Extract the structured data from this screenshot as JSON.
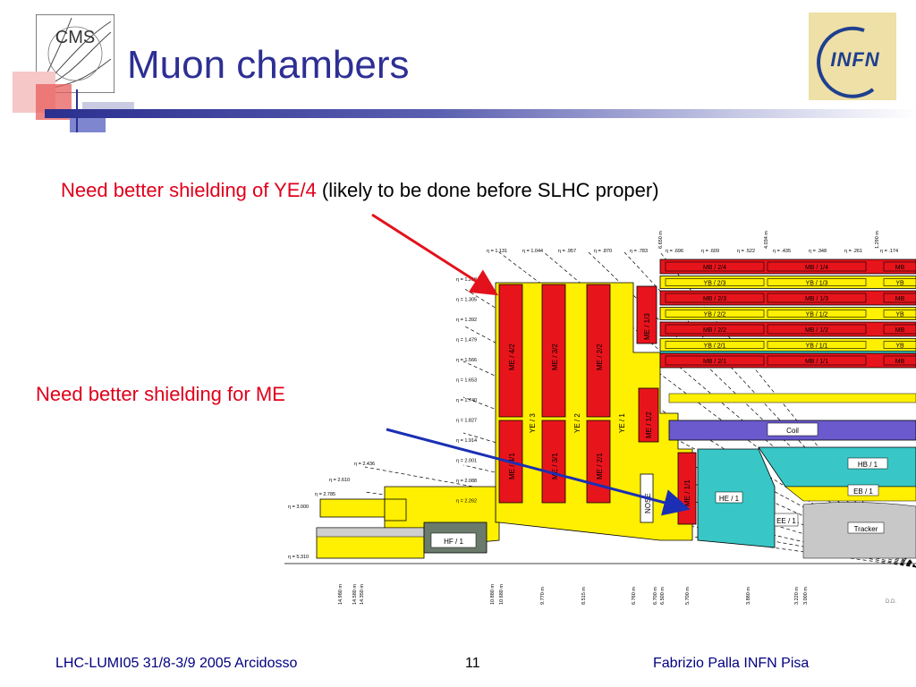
{
  "slide": {
    "title": "Muon chambers",
    "note_ye4_red": "Need better shielding of YE/4",
    "note_ye4_black": " (likely to be done before SLHC proper)",
    "note_me1": "Need better shielding for ME/1",
    "page_number": "11"
  },
  "logos": {
    "cms": "CMS",
    "infn": "INFN"
  },
  "footer": {
    "left": "LHC-LUMI05 31/8-3/9 2005 Arcidosso",
    "right": "Fabrizio Palla INFN Pisa"
  },
  "diagram": {
    "barrel_stations": [
      "MB / 2/4",
      "YB / 2/3",
      "MB / 2/3",
      "YB / 2/2",
      "MB / 2/2",
      "YB / 2/1",
      "MB / 2/1"
    ],
    "barrel_stations_mid": [
      "MB / 1/4",
      "YB / 1/3",
      "MB / 1/3",
      "YB / 1/2",
      "MB / 1/2",
      "YB / 1/1",
      "MB / 1/1"
    ],
    "barrel_stations_edge": [
      "MB",
      "YB",
      "MB",
      "YB",
      "MB",
      "YB",
      "MB"
    ],
    "endcap_upper": [
      "ME / 4/2",
      "ME / 3/2",
      "ME / 2/2"
    ],
    "endcap_lower": [
      "ME / 4/1",
      "ME / 3/1",
      "ME / 2/1"
    ],
    "yokes": [
      "YE / 3",
      "YE / 2",
      "YE / 1"
    ],
    "me12": "ME / 1/2",
    "me13": "ME / 1/3",
    "me11": "ME / 1/1",
    "nose": "NOSE",
    "coil": "Coil",
    "hb": "HB / 1",
    "he": "HE / 1",
    "eb": "EB / 1",
    "ee": "EE / 1",
    "hf": "HF / 1",
    "tracker": "Tracker",
    "eta_labels": [
      "η = 1.131",
      "η = 1.044",
      "η = .957",
      "η = .870",
      "η = .783",
      "η = .696",
      "η = .609",
      "η = .522",
      "η = .435",
      "η = .348",
      "η = .261",
      "η = .174"
    ],
    "eta_left": [
      "η = 1.218",
      "η = 1.305",
      "η = 1.392",
      "η = 1.479",
      "η = 1.566",
      "η = 1.653",
      "η = 1.740",
      "η = 1.827",
      "η = 1.914",
      "η = 2.001",
      "η = 2.088",
      "η = 2.262"
    ],
    "eta_far": [
      "η = 2.436",
      "η = 2.610",
      "η = 2.785",
      "η = 3.000",
      "η = 5.310"
    ],
    "z_labels": [
      "14.980 m",
      "14.580 m",
      "14.350 m",
      "10.880 m",
      "10.680 m",
      "9.770 m",
      "8.515 m",
      "6.760 m",
      "6.700 m",
      "6.500 m",
      "5.700 m",
      "3.880 m",
      "3.220 m",
      "3.000 m"
    ],
    "r_labels": [
      "6.650 m",
      "4.034 m",
      "1.290 m"
    ],
    "credit": "D.D."
  },
  "colors": {
    "title": "#2d2f94",
    "note_red": "#e0001b",
    "footer": "#000080",
    "muon_red": "#e8141c",
    "yoke_yellow": "#ffef00",
    "coil_purple": "#6a5acd",
    "hcal_cyan": "#39c6c6",
    "arrow_red": "#e3111b",
    "arrow_blue": "#1b2fb4"
  }
}
